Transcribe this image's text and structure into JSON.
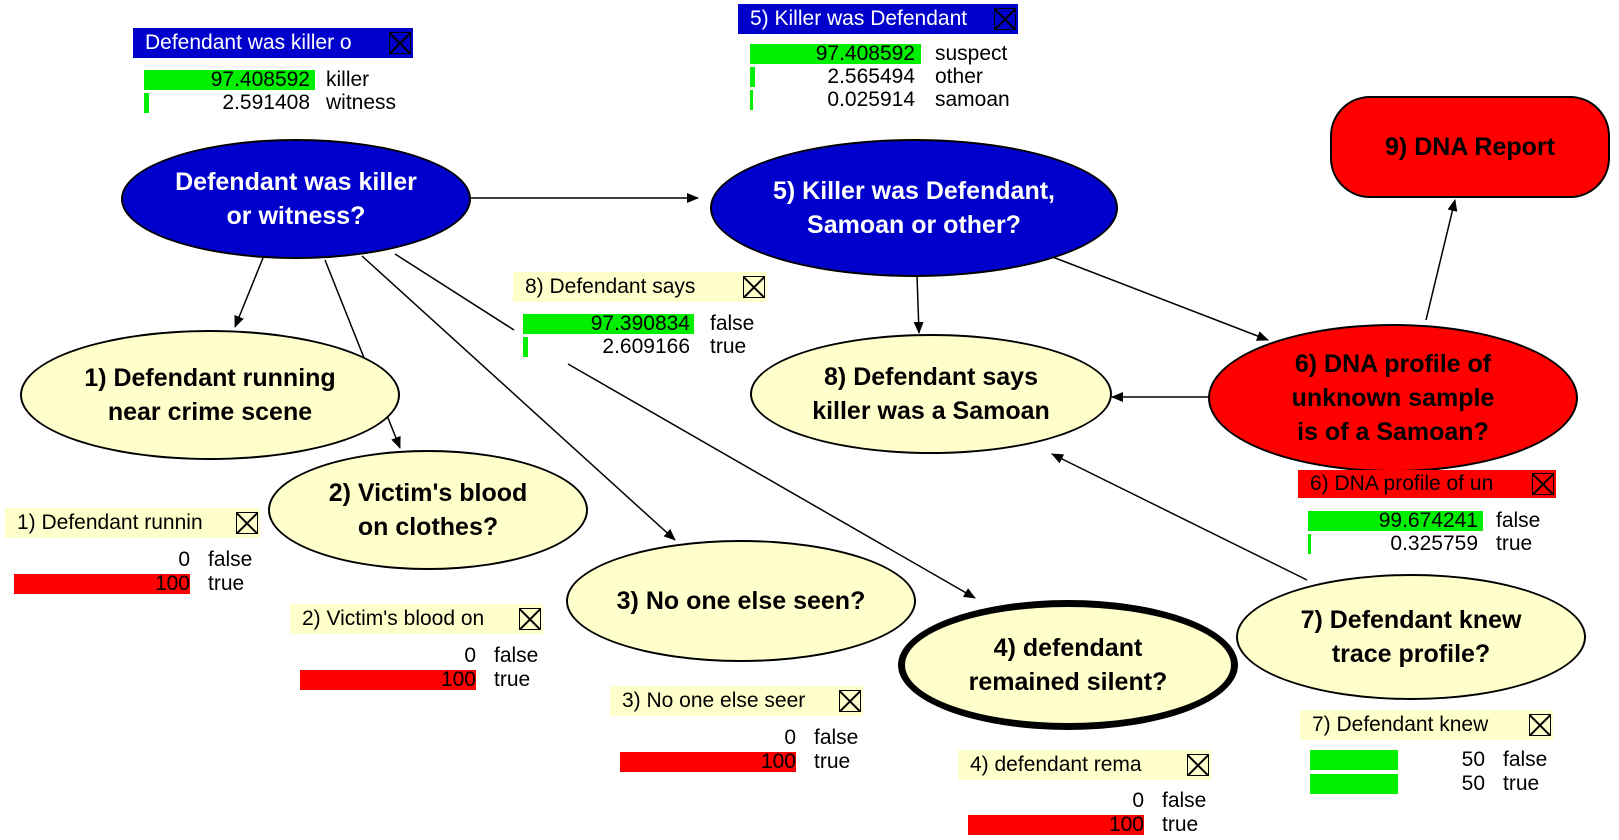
{
  "nodes": {
    "n0": {
      "label": "Defendant was killer\nor witness?"
    },
    "n5": {
      "label": "5) Killer was Defendant,\nSamoan or other?"
    },
    "n9": {
      "label": "9) DNA Report"
    },
    "n1": {
      "label": "1) Defendant running\nnear crime scene"
    },
    "n2": {
      "label": "2) Victim's blood\non clothes?"
    },
    "n3": {
      "label": "3) No one else seen?"
    },
    "n4": {
      "label": "4) defendant\nremained silent?"
    },
    "n8": {
      "label": "8) Defendant says\nkiller was a Samoan"
    },
    "n6": {
      "label": "6) DNA profile of\nunknown sample\nis of a Samoan?"
    },
    "n7": {
      "label": "7) Defendant knew\ntrace profile?"
    }
  },
  "monitors": {
    "m0": {
      "title": "Defendant was killer o",
      "rows": [
        {
          "value": "97.408592",
          "state": "killer",
          "pct": 97.408592
        },
        {
          "value": "2.591408",
          "state": "witness",
          "pct": 2.591408
        }
      ]
    },
    "m5": {
      "title": "5) Killer was Defendant",
      "rows": [
        {
          "value": "97.408592",
          "state": "suspect",
          "pct": 97.408592
        },
        {
          "value": "2.565494",
          "state": "other",
          "pct": 2.565494
        },
        {
          "value": "0.025914",
          "state": "samoan",
          "pct": 0.025914
        }
      ]
    },
    "m8": {
      "title": "8) Defendant says",
      "rows": [
        {
          "value": "97.390834",
          "state": "false",
          "pct": 97.390834
        },
        {
          "value": "2.609166",
          "state": "true",
          "pct": 2.609166
        }
      ]
    },
    "m6": {
      "title": "6) DNA profile of un",
      "rows": [
        {
          "value": "99.674241",
          "state": "false",
          "pct": 99.674241
        },
        {
          "value": "0.325759",
          "state": "true",
          "pct": 0.325759
        }
      ]
    },
    "m1": {
      "title": "1) Defendant runnin",
      "rows": [
        {
          "value": "0",
          "state": "false",
          "pct": 0
        },
        {
          "value": "100",
          "state": "true",
          "pct": 100
        }
      ]
    },
    "m2": {
      "title": "2) Victim's blood on",
      "rows": [
        {
          "value": "0",
          "state": "false",
          "pct": 0
        },
        {
          "value": "100",
          "state": "true",
          "pct": 100
        }
      ]
    },
    "m3": {
      "title": "3) No one else seer",
      "rows": [
        {
          "value": "0",
          "state": "false",
          "pct": 0
        },
        {
          "value": "100",
          "state": "true",
          "pct": 100
        }
      ]
    },
    "m4": {
      "title": "4) defendant  rema",
      "rows": [
        {
          "value": "0",
          "state": "false",
          "pct": 0
        },
        {
          "value": "100",
          "state": "true",
          "pct": 100
        }
      ]
    },
    "m7": {
      "title": "7) Defendant knew",
      "rows": [
        {
          "value": "50",
          "state": "false",
          "pct": 50
        },
        {
          "value": "50",
          "state": "true",
          "pct": 50
        }
      ]
    }
  },
  "colors": {
    "bar_green": "#00ee00",
    "bar_red": "#ff0000",
    "node_blue": "#0000cc",
    "node_red": "#ff0000",
    "node_yellow": "#ffffcc"
  }
}
